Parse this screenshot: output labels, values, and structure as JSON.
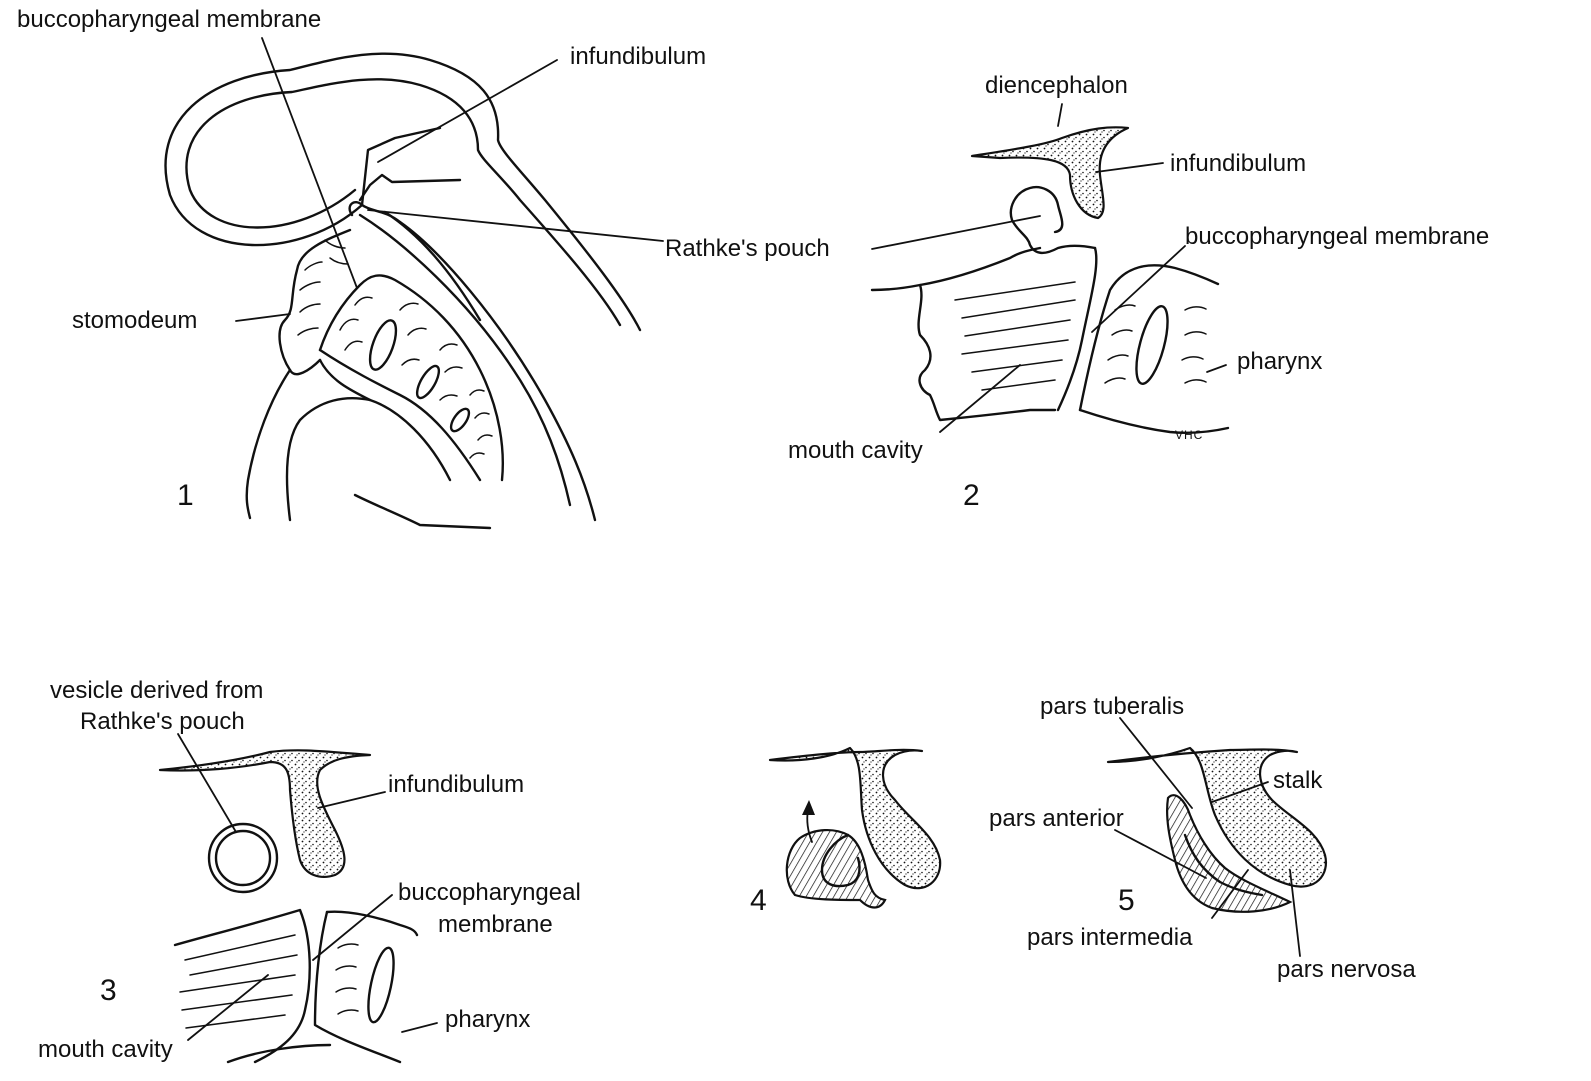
{
  "panels": {
    "p1": {
      "number": "1",
      "labels": {
        "buccopharyngeal_membrane": "buccopharyngeal membrane",
        "infundibulum": "infundibulum",
        "rathkes_pouch": "Rathke's pouch",
        "stomodeum": "stomodeum"
      }
    },
    "p2": {
      "number": "2",
      "labels": {
        "diencephalon": "diencephalon",
        "infundibulum": "infundibulum",
        "buccopharyngeal_membrane": "buccopharyngeal membrane",
        "pharynx": "pharynx",
        "mouth_cavity": "mouth cavity",
        "signature": "VHC"
      }
    },
    "p3": {
      "number": "3",
      "labels": {
        "vesicle_line1": "vesicle derived from",
        "vesicle_line2": "Rathke's pouch",
        "infundibulum": "infundibulum",
        "bucco_line1": "buccopharyngeal",
        "bucco_line2": "membrane",
        "mouth_cavity": "mouth cavity",
        "pharynx": "pharynx"
      }
    },
    "p4": {
      "number": "4"
    },
    "p5": {
      "number": "5",
      "labels": {
        "pars_tuberalis": "pars tuberalis",
        "stalk": "stalk",
        "pars_anterior": "pars anterior",
        "pars_intermedia": "pars intermedia",
        "pars_nervosa": "pars nervosa"
      }
    }
  }
}
